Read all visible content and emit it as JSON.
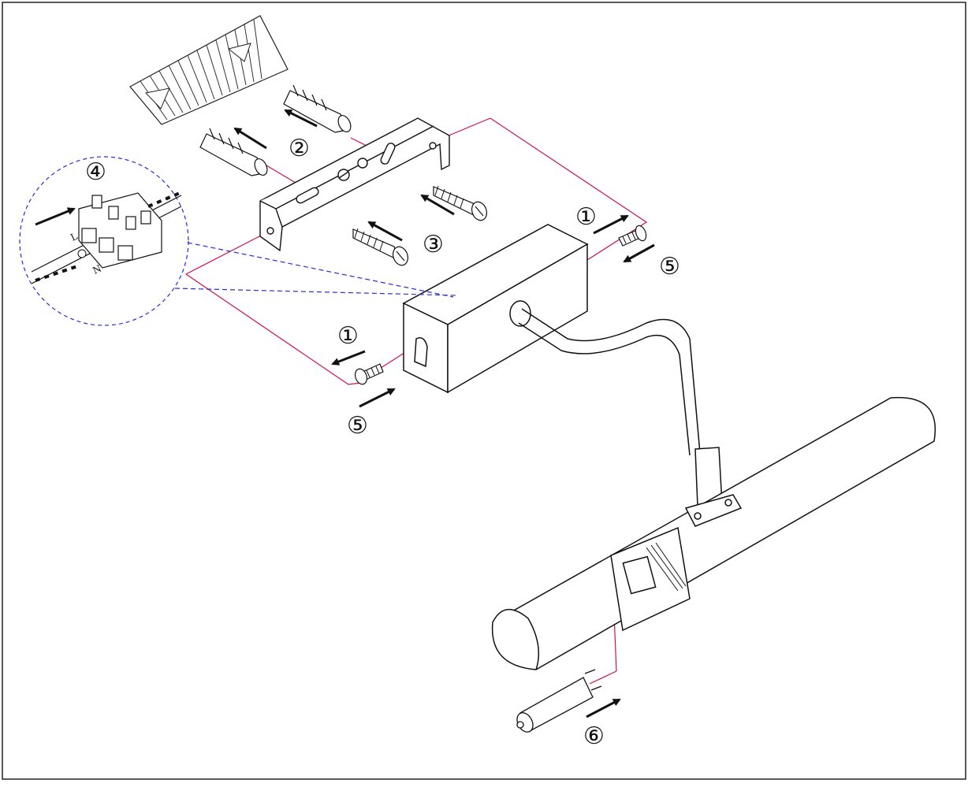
{
  "steps": {
    "step1_right": "①",
    "step1_left": "①",
    "step2": "②",
    "step3": "③",
    "step4": "④",
    "step5_right": "⑤",
    "step5_left": "⑤",
    "step6": "⑥"
  },
  "wiring": {
    "terminal_L": "L",
    "terminal_N": "N"
  },
  "colors": {
    "line": "#1a1a1a",
    "guide": "#d0104f",
    "detail_callout": "#2b2bd6",
    "background": "#ffffff"
  }
}
